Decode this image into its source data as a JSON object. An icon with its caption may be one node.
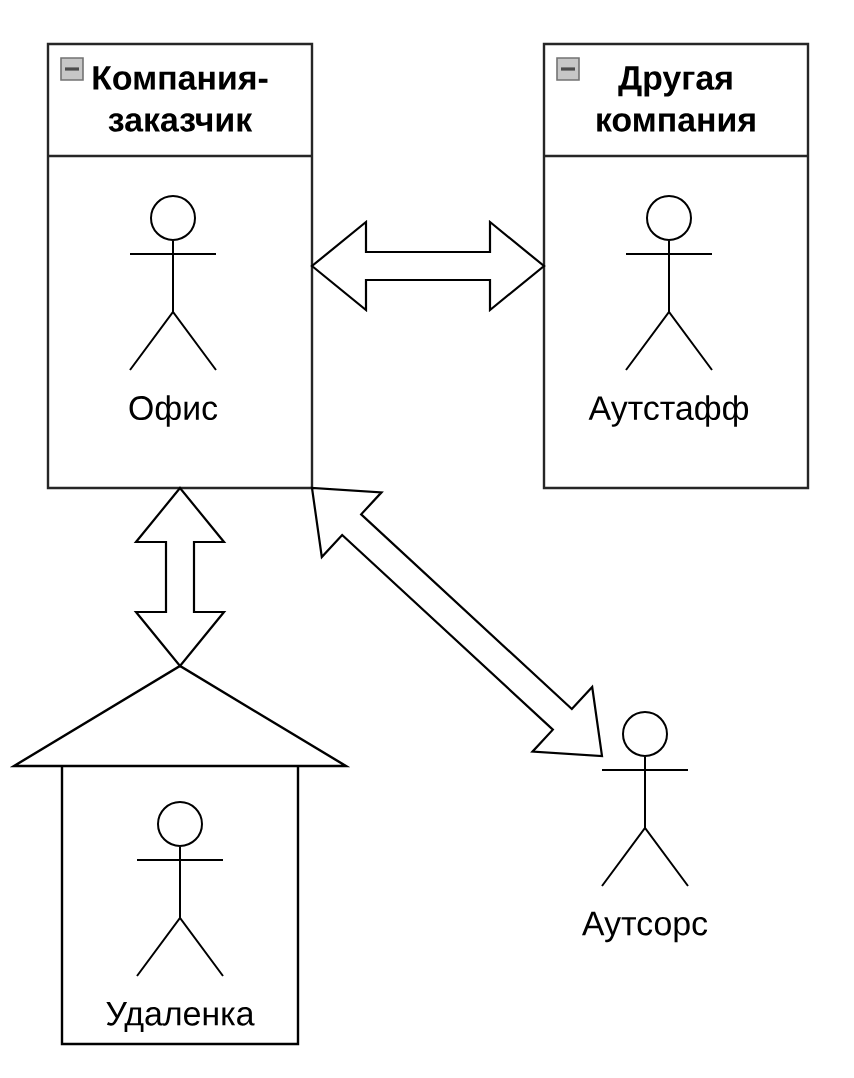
{
  "diagram": {
    "nodes": [
      {
        "text": [
          "Компания-заказчик"
        ]
      },
      {
        "text": [
          "Офис"
        ],
        "in": 0
      },
      {
        "text": [
          "Другая компания"
        ]
      },
      {
        "text": [
          "Аутстафф"
        ],
        "in": 2
      },
      {
        "text": [],
        "shape": "house"
      },
      {
        "text": [
          "Удаленка"
        ],
        "in": 4
      },
      {
        "text": [
          "Аутсорс"
        ]
      }
    ],
    "edges": [
      {
        "from": 0,
        "to": 2,
        "arrow": "both"
      },
      {
        "from": 0,
        "to": 4,
        "arrow": "both"
      },
      {
        "from": 0,
        "to": 6,
        "arrow": "both"
      }
    ]
  }
}
